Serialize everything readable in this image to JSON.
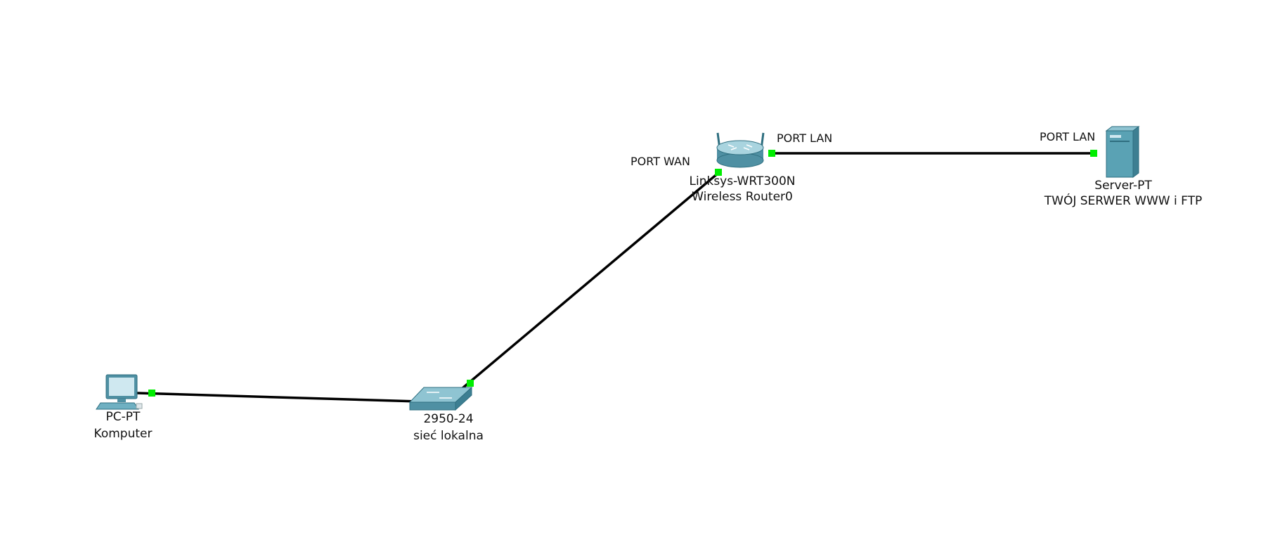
{
  "colors": {
    "background": "#ffffff",
    "link": "#000000",
    "port_up": "#00ee00",
    "device_main": "#5aa2b4",
    "device_dark": "#2f6f80"
  },
  "devices": {
    "pc": {
      "icon": "pc-icon",
      "model": "PC-PT",
      "name": "Komputer"
    },
    "switch": {
      "icon": "switch-icon",
      "model": "2950-24",
      "name": "sieć lokalna"
    },
    "router": {
      "icon": "wireless-router-icon",
      "model": "Linksys-WRT300N",
      "name": "Wireless Router0"
    },
    "server": {
      "icon": "server-icon",
      "model": "Server-PT",
      "name": "TWÓJ SERWER WWW i FTP"
    }
  },
  "port_labels": {
    "router_wan": "PORT WAN",
    "router_lan": "PORT LAN",
    "server_lan": "PORT LAN"
  },
  "links": [
    {
      "from": "pc",
      "to": "switch",
      "status": "up"
    },
    {
      "from": "switch",
      "to": "router",
      "status": "up"
    },
    {
      "from": "router",
      "to": "server",
      "status": "up"
    }
  ]
}
